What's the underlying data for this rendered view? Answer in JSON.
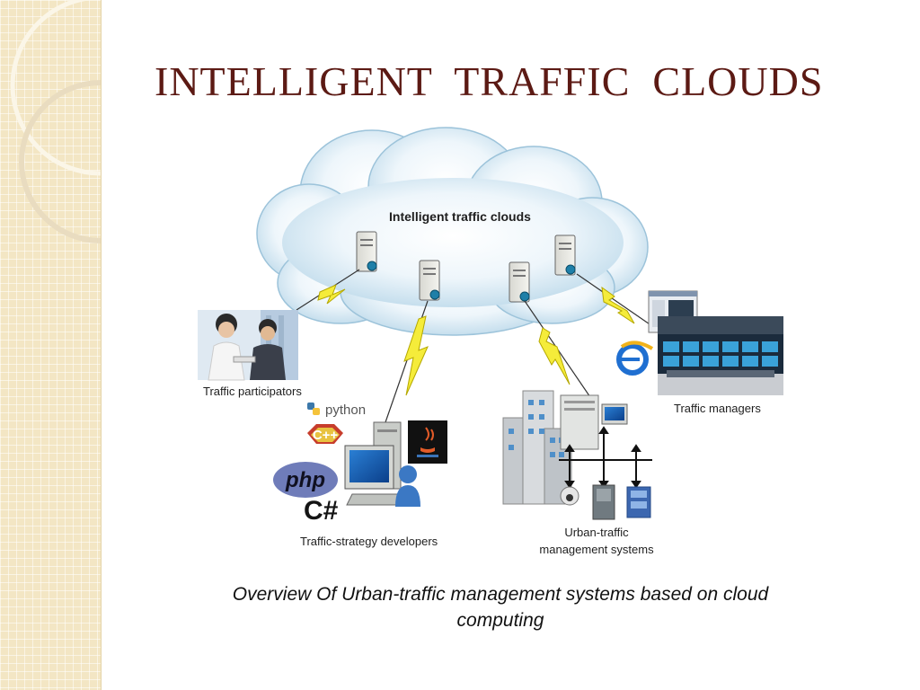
{
  "slide": {
    "title": "INTELLIGENT  TRAFFIC  CLOUDS",
    "caption": "Overview Of Urban-traffic management systems based on cloud computing"
  },
  "diagram": {
    "cloud_label": "Intelligent traffic clouds",
    "nodes": {
      "participators": "Traffic participators",
      "managers": "Traffic managers",
      "developers": "Traffic-strategy developers",
      "urban_line1": "Urban-traffic",
      "urban_line2": "management systems"
    },
    "logos": {
      "python": "python",
      "cpp": "C++",
      "php": "php",
      "csharp": "C#"
    }
  },
  "theme": {
    "title_color": "#5c1a14",
    "sidebar_color": "#f3e6c4",
    "lightning_color": "#f5ec3a"
  }
}
